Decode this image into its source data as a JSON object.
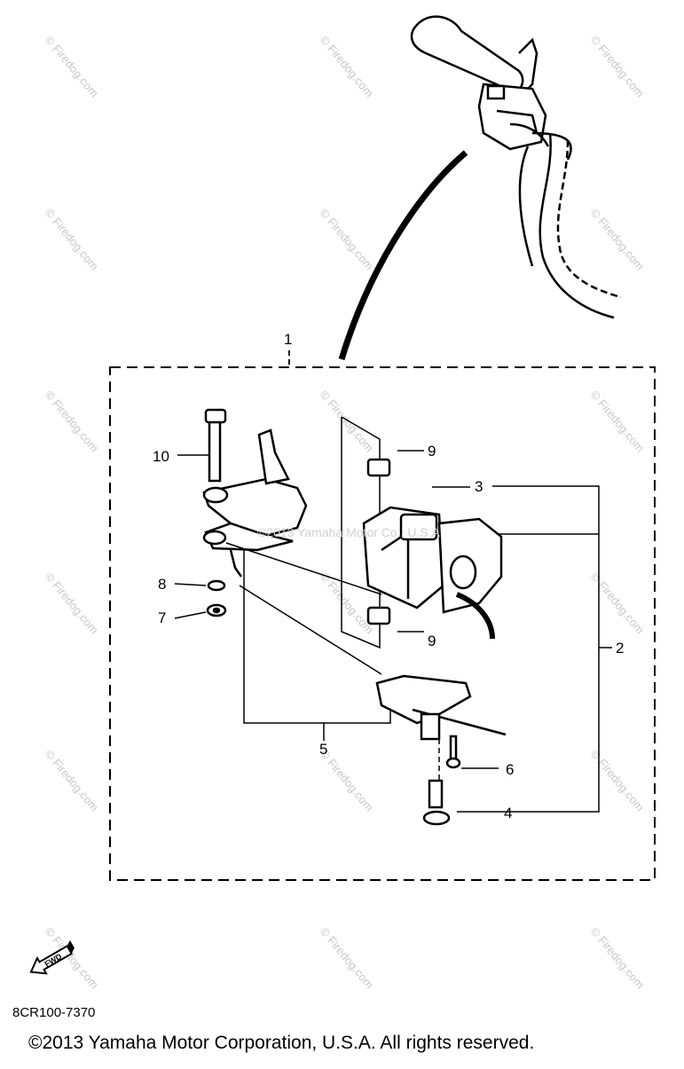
{
  "watermark": "© Firedog.com",
  "faint_overlay": "©2013 Yamaha Motor Co., U.S.A.",
  "callouts": [
    "1",
    "2",
    "3",
    "4",
    "5",
    "6",
    "7",
    "8",
    "9",
    "9",
    "10"
  ],
  "fwd_label": "FWD",
  "diagram_code": "8CR100-7370",
  "copyright": "©2013 Yamaha Motor Corporation, U.S.A. All rights reserved."
}
